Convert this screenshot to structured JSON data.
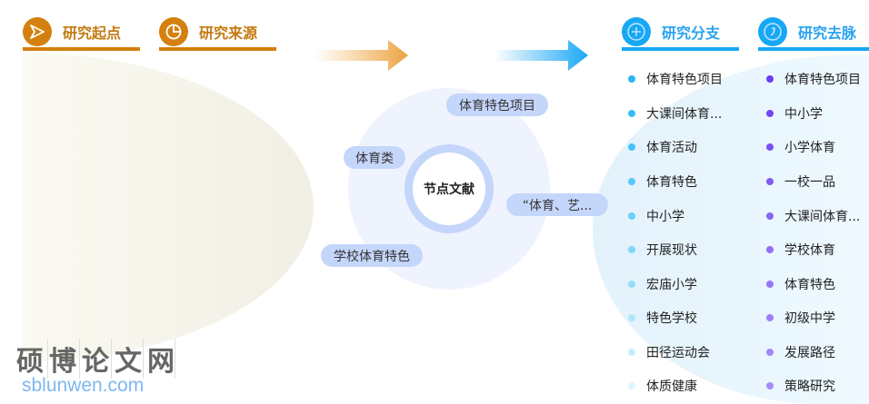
{
  "headers": [
    {
      "label": "研究起点",
      "icon": "send-icon"
    },
    {
      "label": "研究来源",
      "icon": "pie-chart-icon"
    },
    {
      "label": "研究分支",
      "icon": "plus-circle-icon"
    },
    {
      "label": "研究去脉",
      "icon": "refresh-icon"
    }
  ],
  "center": {
    "label": "节点文献"
  },
  "nodes": [
    "体育特色项目",
    "体育类",
    "“体育、艺...",
    "学校体育特色"
  ],
  "branches": [
    "体育特色项目",
    "大课间体育...",
    "体育活动",
    "体育特色",
    "中小学",
    "开展现状",
    "宏庙小学",
    "特色学校",
    "田径运动会",
    "体质健康"
  ],
  "branch_colors": [
    "#2ab4f5",
    "#36bcf5",
    "#45c2f6",
    "#58c8f7",
    "#6bcff8",
    "#80d6f9",
    "#96ddfa",
    "#aee5fb",
    "#c6edfc",
    "#def5fd"
  ],
  "trends": [
    "体育特色项目",
    "中小学",
    "小学体育",
    "一校一品",
    "大课间体育...",
    "学校体育",
    "体育特色",
    "初级中学",
    "发展路径",
    "策略研究"
  ],
  "trend_colors": [
    "#6b3cf2",
    "#7345f3",
    "#7b50f4",
    "#835af5",
    "#8b64f6",
    "#926ef7",
    "#9877f7",
    "#9d7ff8",
    "#a286f8",
    "#a68cf8"
  ],
  "watermark": {
    "cn": "硕博论文网",
    "url": "sblunwen.com"
  }
}
